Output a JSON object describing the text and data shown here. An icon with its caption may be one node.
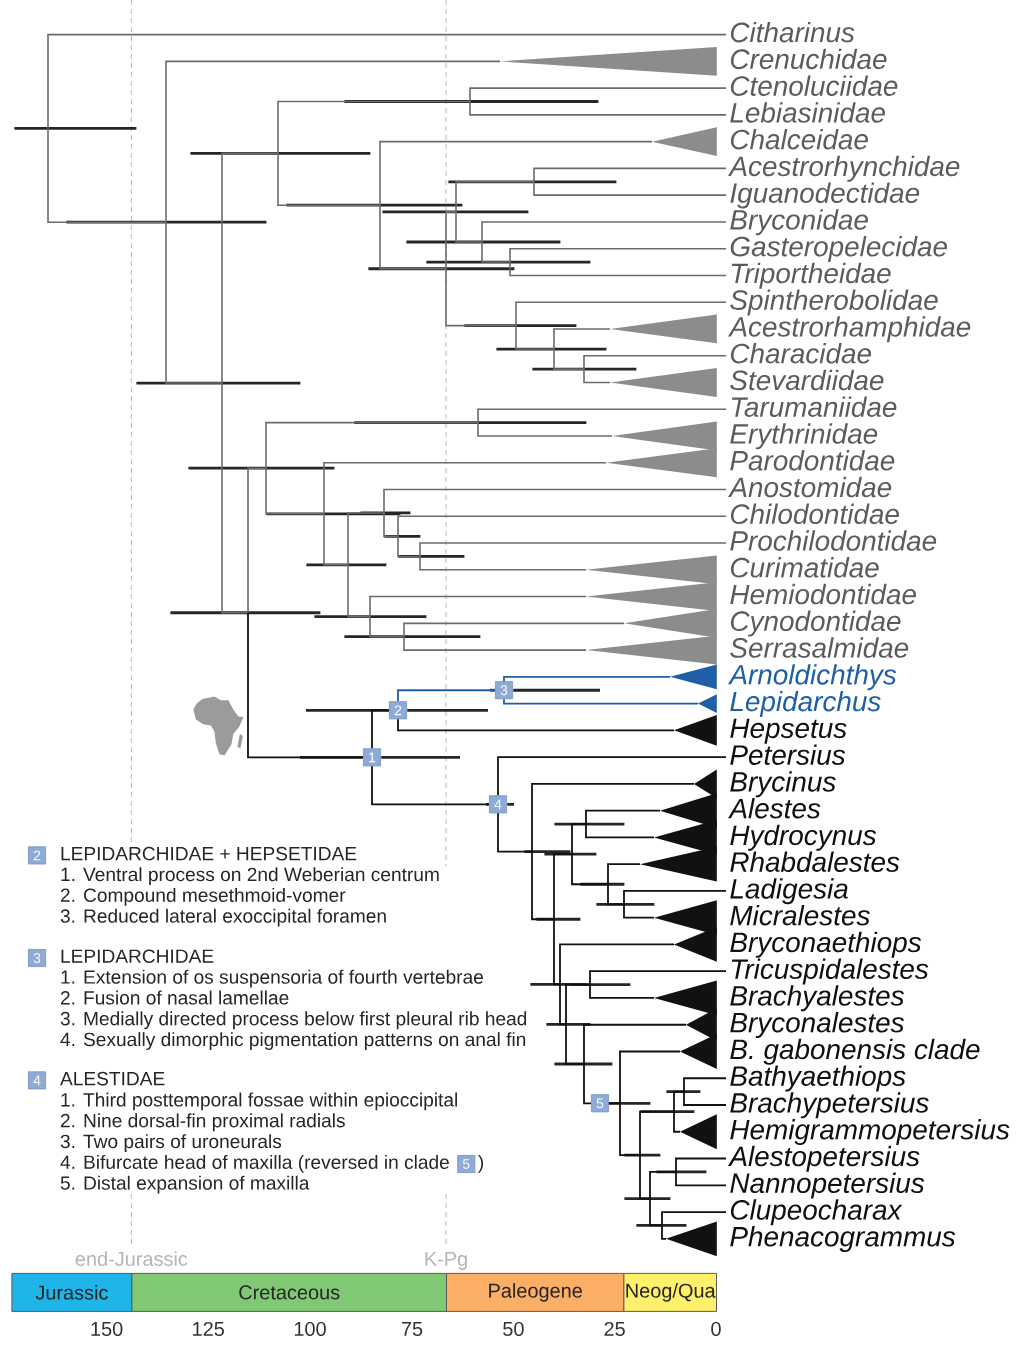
{
  "diagram": {
    "nodes": [
      {
        "text": [],
        "shape": "bar"
      },
      {
        "text": [
          "Citharinus"
        ]
      },
      {
        "text": [],
        "shape": "bar"
      },
      {
        "text": [],
        "shape": "triangle",
        "beside": [
          "Crenuchidae"
        ]
      },
      {
        "text": [],
        "shape": "bar"
      },
      {
        "text": [],
        "shape": "bar"
      },
      {
        "text": [],
        "shape": "bar"
      },
      {
        "text": [
          "Ctenoluciidae"
        ]
      },
      {
        "text": [
          "Lebiasinidae"
        ]
      },
      {
        "text": [],
        "shape": "bar"
      },
      {
        "text": [],
        "shape": "triangle",
        "beside": [
          "Chalceidae"
        ]
      },
      {
        "text": [],
        "shape": "bar"
      },
      {
        "text": [],
        "shape": "bar"
      },
      {
        "text": [],
        "shape": "bar"
      },
      {
        "text": [
          "Acestrorhynchidae"
        ]
      },
      {
        "text": [
          "Iguanodectidae"
        ]
      },
      {
        "text": [],
        "shape": "bar"
      },
      {
        "text": [
          "Bryconidae"
        ]
      },
      {
        "text": [],
        "shape": "bar"
      },
      {
        "text": [
          "Gasteropelecidae"
        ]
      },
      {
        "text": [
          "Triportheidae"
        ]
      },
      {
        "text": [],
        "shape": "bar"
      },
      {
        "text": [
          "Spintherobolidae"
        ]
      },
      {
        "text": [],
        "shape": "bar"
      },
      {
        "text": [],
        "shape": "triangle",
        "beside": [
          "Acestrorhamphidae"
        ]
      },
      {
        "text": [],
        "shape": "bar"
      },
      {
        "text": [
          "Characidae"
        ]
      },
      {
        "text": [],
        "shape": "triangle",
        "beside": [
          "Stevardiidae"
        ]
      },
      {
        "text": [],
        "shape": "bar"
      },
      {
        "text": [],
        "shape": "bar"
      },
      {
        "text": [],
        "shape": "bar"
      },
      {
        "text": [
          "Tarumaniidae"
        ]
      },
      {
        "text": [],
        "shape": "triangle",
        "beside": [
          "Erythrinidae"
        ]
      },
      {
        "text": [],
        "shape": "bar"
      },
      {
        "text": [],
        "shape": "triangle",
        "beside": [
          "Parodontidae"
        ]
      },
      {
        "text": [],
        "shape": "bar"
      },
      {
        "text": [],
        "shape": "bar"
      },
      {
        "text": [
          "Anostomidae"
        ]
      },
      {
        "text": [],
        "shape": "bar"
      },
      {
        "text": [
          "Chilodontidae"
        ]
      },
      {
        "text": [],
        "shape": "bar"
      },
      {
        "text": [
          "Prochilodontidae"
        ]
      },
      {
        "text": [],
        "shape": "triangle",
        "beside": [
          "Curimatidae"
        ]
      },
      {
        "text": [],
        "shape": "bar"
      },
      {
        "text": [],
        "shape": "triangle",
        "beside": [
          "Hemiodontidae"
        ]
      },
      {
        "text": [],
        "shape": "bar"
      },
      {
        "text": [],
        "shape": "triangle",
        "beside": [
          "Cynodontidae"
        ]
      },
      {
        "text": [],
        "shape": "triangle",
        "beside": [
          "Serrasalmidae"
        ]
      },
      {
        "text": [
          "1"
        ]
      },
      {
        "text": [
          "2"
        ]
      },
      {
        "text": [
          "3"
        ]
      },
      {
        "text": [],
        "shape": "triangle",
        "beside": [
          "Arnoldichthys"
        ]
      },
      {
        "text": [],
        "shape": "triangle",
        "beside": [
          "Lepidarchus"
        ]
      },
      {
        "text": [],
        "shape": "triangle",
        "beside": [
          "Hepsetus"
        ]
      },
      {
        "text": [
          "4"
        ]
      },
      {
        "text": [
          "Petersius"
        ]
      },
      {
        "text": [],
        "shape": "bar"
      },
      {
        "text": [],
        "shape": "triangle",
        "beside": [
          "Brycinus"
        ]
      },
      {
        "text": [],
        "shape": "bar"
      },
      {
        "text": [],
        "shape": "bar"
      },
      {
        "text": [],
        "shape": "bar"
      },
      {
        "text": [],
        "shape": "triangle",
        "beside": [
          "Alestes"
        ]
      },
      {
        "text": [],
        "shape": "triangle",
        "beside": [
          "Hydrocynus"
        ]
      },
      {
        "text": [],
        "shape": "bar"
      },
      {
        "text": [],
        "shape": "triangle",
        "beside": [
          "Rhabdalestes"
        ]
      },
      {
        "text": [],
        "shape": "bar"
      },
      {
        "text": [
          "Ladigesia"
        ]
      },
      {
        "text": [],
        "shape": "triangle",
        "beside": [
          "Micralestes"
        ]
      },
      {
        "text": [],
        "shape": "bar"
      },
      {
        "text": [],
        "shape": "triangle",
        "beside": [
          "Bryconaethiops"
        ]
      },
      {
        "text": [],
        "shape": "bar"
      },
      {
        "text": [],
        "shape": "bar"
      },
      {
        "text": [
          "Tricuspidalestes"
        ]
      },
      {
        "text": [],
        "shape": "triangle",
        "beside": [
          "Brachyalestes"
        ]
      },
      {
        "text": [],
        "shape": "bar"
      },
      {
        "text": [],
        "shape": "triangle",
        "beside": [
          "Bryconalestes"
        ]
      },
      {
        "text": [],
        "shape": "bar"
      },
      {
        "text": [],
        "shape": "triangle",
        "beside": [
          "B. gabonensis clade"
        ]
      },
      {
        "text": [],
        "shape": "bar"
      },
      {
        "text": [],
        "shape": "bar"
      },
      {
        "text": [],
        "shape": "bar"
      },
      {
        "text": [
          "Bathyaethiops"
        ]
      },
      {
        "text": [
          "Brachypetersius"
        ]
      },
      {
        "text": [],
        "shape": "triangle",
        "beside": [
          "Hemigrammopetersius"
        ]
      },
      {
        "text": [],
        "shape": "bar"
      },
      {
        "text": [],
        "shape": "bar"
      },
      {
        "text": [
          "Alestopetersius"
        ]
      },
      {
        "text": [
          "Nannopetersius"
        ]
      },
      {
        "text": [],
        "shape": "bar"
      },
      {
        "text": [
          "Clupeocharax"
        ]
      },
      {
        "text": [],
        "shape": "triangle",
        "beside": [
          "Phenacogrammus"
        ]
      },
      {
        "text": [
          "5"
        ]
      },
      {
        "text": [
          "2"
        ]
      },
      {
        "text": [
          "3"
        ]
      },
      {
        "text": [
          "4"
        ]
      },
      {
        "text": [
          "5"
        ]
      },
      {
        "text": [
          "Jurassic"
        ]
      },
      {
        "text": [
          "Cretaceous"
        ]
      },
      {
        "text": [
          "Paleogene"
        ]
      },
      {
        "text": [
          "Neog/Qua"
        ]
      }
    ],
    "edges": [
      {
        "from": 0,
        "to": 1,
        "arrow": "none"
      },
      {
        "from": 0,
        "to": 2,
        "arrow": "none"
      },
      {
        "from": 2,
        "to": 3,
        "arrow": "none"
      },
      {
        "from": 2,
        "to": 4,
        "arrow": "none"
      },
      {
        "from": 4,
        "to": 5,
        "arrow": "none"
      },
      {
        "from": 5,
        "to": 6,
        "arrow": "none"
      },
      {
        "from": 6,
        "to": 7,
        "arrow": "none"
      },
      {
        "from": 6,
        "to": 8,
        "arrow": "none"
      },
      {
        "from": 5,
        "to": 9,
        "arrow": "none"
      },
      {
        "from": 9,
        "to": 10,
        "arrow": "none"
      },
      {
        "from": 9,
        "to": 11,
        "arrow": "none"
      },
      {
        "from": 11,
        "to": 12,
        "arrow": "none"
      },
      {
        "from": 12,
        "to": 13,
        "arrow": "none"
      },
      {
        "from": 13,
        "to": 14,
        "arrow": "none"
      },
      {
        "from": 13,
        "to": 15,
        "arrow": "none"
      },
      {
        "from": 12,
        "to": 16,
        "arrow": "none"
      },
      {
        "from": 16,
        "to": 17,
        "arrow": "none"
      },
      {
        "from": 16,
        "to": 18,
        "arrow": "none"
      },
      {
        "from": 18,
        "to": 19,
        "arrow": "none"
      },
      {
        "from": 18,
        "to": 20,
        "arrow": "none"
      },
      {
        "from": 11,
        "to": 21,
        "arrow": "none"
      },
      {
        "from": 21,
        "to": 22,
        "arrow": "none"
      },
      {
        "from": 21,
        "to": 23,
        "arrow": "none"
      },
      {
        "from": 23,
        "to": 24,
        "arrow": "none"
      },
      {
        "from": 23,
        "to": 25,
        "arrow": "none"
      },
      {
        "from": 25,
        "to": 26,
        "arrow": "none"
      },
      {
        "from": 25,
        "to": 27,
        "arrow": "none"
      },
      {
        "from": 4,
        "to": 28,
        "arrow": "none"
      },
      {
        "from": 28,
        "to": 29,
        "arrow": "none"
      },
      {
        "from": 29,
        "to": 30,
        "arrow": "none"
      },
      {
        "from": 30,
        "to": 31,
        "arrow": "none"
      },
      {
        "from": 30,
        "to": 32,
        "arrow": "none"
      },
      {
        "from": 29,
        "to": 33,
        "arrow": "none"
      },
      {
        "from": 33,
        "to": 34,
        "arrow": "none"
      },
      {
        "from": 33,
        "to": 35,
        "arrow": "none"
      },
      {
        "from": 35,
        "to": 36,
        "arrow": "none"
      },
      {
        "from": 36,
        "to": 37,
        "arrow": "none"
      },
      {
        "from": 36,
        "to": 38,
        "arrow": "none"
      },
      {
        "from": 38,
        "to": 39,
        "arrow": "none"
      },
      {
        "from": 38,
        "to": 40,
        "arrow": "none"
      },
      {
        "from": 40,
        "to": 41,
        "arrow": "none"
      },
      {
        "from": 40,
        "to": 42,
        "arrow": "none"
      },
      {
        "from": 35,
        "to": 43,
        "arrow": "none"
      },
      {
        "from": 43,
        "to": 44,
        "arrow": "none"
      },
      {
        "from": 43,
        "to": 45,
        "arrow": "none"
      },
      {
        "from": 45,
        "to": 46,
        "arrow": "none"
      },
      {
        "from": 45,
        "to": 47,
        "arrow": "none"
      },
      {
        "from": 28,
        "to": 48,
        "arrow": "none",
        "color": "#111111"
      },
      {
        "from": 48,
        "to": 49,
        "arrow": "none",
        "color": "#111111"
      },
      {
        "from": 49,
        "to": 50,
        "arrow": "none",
        "color": "#1f5fa8"
      },
      {
        "from": 50,
        "to": 51,
        "arrow": "none",
        "color": "#1f5fa8"
      },
      {
        "from": 50,
        "to": 52,
        "arrow": "none",
        "color": "#1f5fa8"
      },
      {
        "from": 49,
        "to": 53,
        "arrow": "none",
        "color": "#111111"
      },
      {
        "from": 48,
        "to": 54,
        "arrow": "none",
        "color": "#111111"
      },
      {
        "from": 54,
        "to": 55,
        "arrow": "none",
        "color": "#111111"
      },
      {
        "from": 54,
        "to": 56,
        "arrow": "none",
        "color": "#111111"
      },
      {
        "from": 56,
        "to": 57,
        "arrow": "none",
        "color": "#111111"
      },
      {
        "from": 56,
        "to": 58,
        "arrow": "none",
        "color": "#111111"
      },
      {
        "from": 58,
        "to": 59,
        "arrow": "none",
        "color": "#111111"
      },
      {
        "from": 59,
        "to": 60,
        "arrow": "none",
        "color": "#111111"
      },
      {
        "from": 60,
        "to": 61,
        "arrow": "none",
        "color": "#111111"
      },
      {
        "from": 60,
        "to": 62,
        "arrow": "none",
        "color": "#111111"
      },
      {
        "from": 59,
        "to": 63,
        "arrow": "none",
        "color": "#111111"
      },
      {
        "from": 63,
        "to": 64,
        "arrow": "none",
        "color": "#111111"
      },
      {
        "from": 63,
        "to": 65,
        "arrow": "none",
        "color": "#111111"
      },
      {
        "from": 65,
        "to": 66,
        "arrow": "none",
        "color": "#111111"
      },
      {
        "from": 65,
        "to": 67,
        "arrow": "none",
        "color": "#111111"
      },
      {
        "from": 58,
        "to": 68,
        "arrow": "none",
        "color": "#111111"
      },
      {
        "from": 68,
        "to": 69,
        "arrow": "none",
        "color": "#111111"
      },
      {
        "from": 68,
        "to": 70,
        "arrow": "none",
        "color": "#111111"
      },
      {
        "from": 70,
        "to": 71,
        "arrow": "none",
        "color": "#111111"
      },
      {
        "from": 71,
        "to": 72,
        "arrow": "none",
        "color": "#111111"
      },
      {
        "from": 71,
        "to": 73,
        "arrow": "none",
        "color": "#111111"
      },
      {
        "from": 70,
        "to": 74,
        "arrow": "none",
        "color": "#111111"
      },
      {
        "from": 74,
        "to": 75,
        "arrow": "none",
        "color": "#111111"
      },
      {
        "from": 74,
        "to": 91,
        "arrow": "none",
        "color": "#111111"
      },
      {
        "from": 91,
        "to": 76,
        "arrow": "none",
        "color": "#111111"
      },
      {
        "from": 76,
        "to": 77,
        "arrow": "none",
        "color": "#111111"
      },
      {
        "from": 76,
        "to": 78,
        "arrow": "none",
        "color": "#111111"
      },
      {
        "from": 78,
        "to": 79,
        "arrow": "none",
        "color": "#111111"
      },
      {
        "from": 79,
        "to": 80,
        "arrow": "none",
        "color": "#111111"
      },
      {
        "from": 80,
        "to": 81,
        "arrow": "none",
        "color": "#111111"
      },
      {
        "from": 80,
        "to": 82,
        "arrow": "none",
        "color": "#111111"
      },
      {
        "from": 79,
        "to": 83,
        "arrow": "none",
        "color": "#111111"
      },
      {
        "from": 78,
        "to": 84,
        "arrow": "none",
        "color": "#111111"
      },
      {
        "from": 84,
        "to": 85,
        "arrow": "none",
        "color": "#111111"
      },
      {
        "from": 85,
        "to": 86,
        "arrow": "none",
        "color": "#111111"
      },
      {
        "from": 85,
        "to": 87,
        "arrow": "none",
        "color": "#111111"
      },
      {
        "from": 84,
        "to": 88,
        "arrow": "none",
        "color": "#111111"
      },
      {
        "from": 88,
        "to": 89,
        "arrow": "none",
        "color": "#111111"
      },
      {
        "from": 88,
        "to": 90,
        "arrow": "none",
        "color": "#111111"
      }
    ],
    "labels": [
      "LEPIDARCHIDAE + HEPSETIDAE",
      "1. Ventral process on 2nd Weberian centrum",
      "2. Compound mesethmoid-vomer",
      "3. Reduced lateral exoccipital foramen",
      "LEPIDARCHIDAE",
      "1. Extension of os suspensoria of fourth vertebrae",
      "2. Fusion of nasal lamellae",
      "3. Medially directed process below first pleural rib head",
      "4. Sexually dimorphic pigmentation patterns on anal fin",
      "ALESTIDAE",
      "1. Third posttemporal fossae within epioccipital",
      "2. Nine dorsal-fin proximal radials",
      "3. Two pairs of uroneurals",
      "4. Bifurcate head of maxilla (reversed in clade",
      ")",
      "5. Distal expansion of maxilla",
      "end-Jurassic",
      "K-Pg",
      "150",
      "125",
      "100",
      "75",
      "50",
      "25",
      "0"
    ]
  }
}
